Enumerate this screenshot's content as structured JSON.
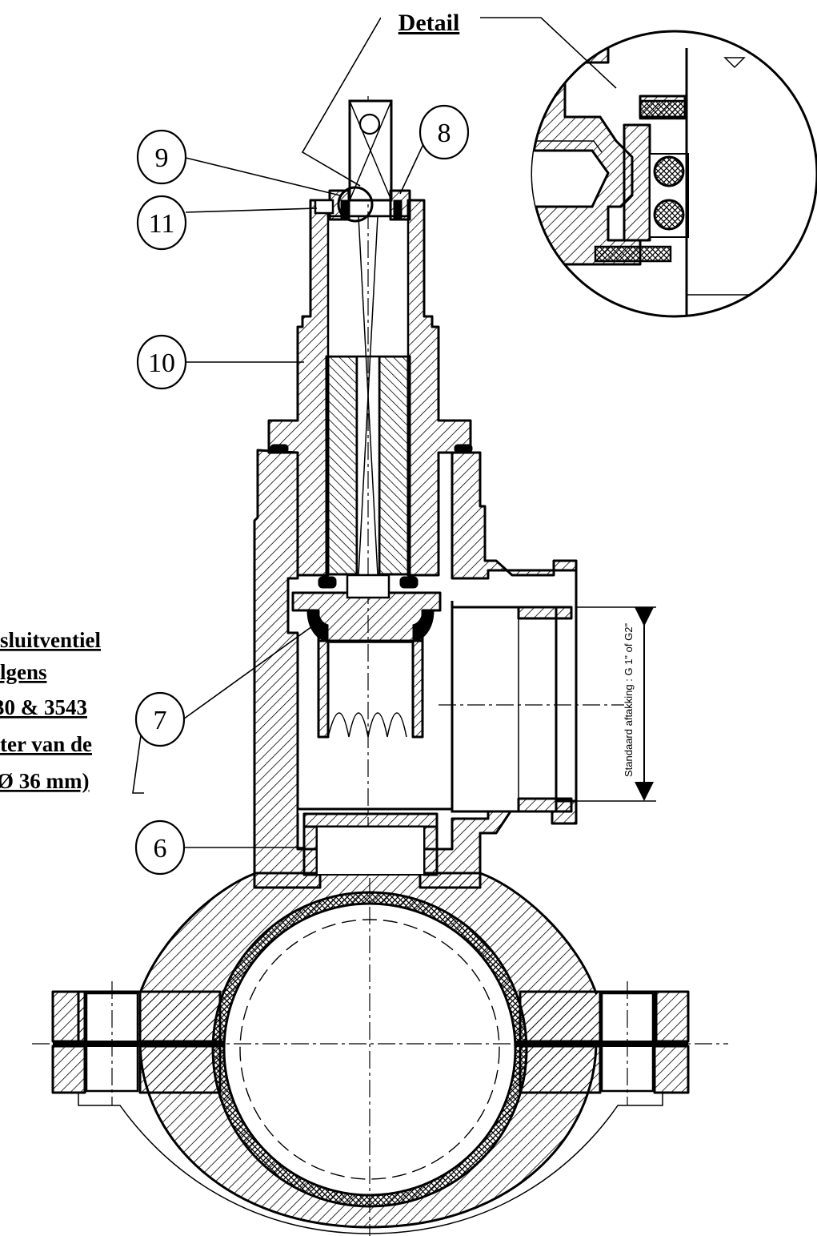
{
  "header": {
    "detail_label": "Detail"
  },
  "callouts": [
    {
      "id": "6",
      "label": "6"
    },
    {
      "id": "7",
      "label": "7"
    },
    {
      "id": "8",
      "label": "8"
    },
    {
      "id": "9",
      "label": "9"
    },
    {
      "id": "10",
      "label": "10"
    },
    {
      "id": "11",
      "label": "11"
    }
  ],
  "side_note_lines": [
    "sluitventiel",
    "lgens",
    "30 & 3543",
    "ter van de",
    "Ø 36 mm)"
  ],
  "dimension": {
    "text": "Standaard aftakking : G 1\" of G2\""
  }
}
